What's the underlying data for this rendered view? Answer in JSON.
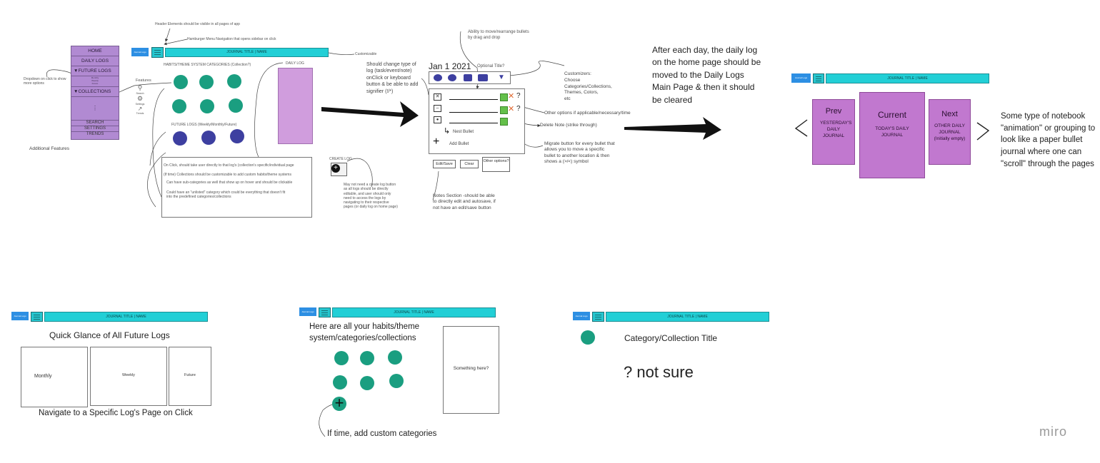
{
  "annotations": {
    "header_elements": "Header Elements should be visible in all pages of app",
    "hamburger": "Hamburger Menu Navigation that opens sidebar on click",
    "customizable": "Customizable",
    "dropdown": "Dropdown on click to show more options",
    "additional_features": "Additional Features",
    "features": "Features",
    "change_type": "Should change type of log (task/event/note) onClick or keyboard button & be able to add signifier (!/*)",
    "rearrange": "Ability to move/rearrange bullets by drag and drop",
    "customizers": "Customizers: Choose Categories/Collections, Themes, Colors, etc",
    "other_options": "Other options if applicable/necessary/time",
    "delete_note": "Delete Note (strike through)",
    "migrate": "Migrate button for every bullet that allows you to move a specific bullet to another location & then shows a (>/<) symbol",
    "notes_section": "Notes Section -should be able to directly edit and autosave, if not have an edit/save button",
    "create_log_note": "May not need a create log button as all logs should be directly editable, and user should only need to access the logs by navigating to their respective pages (or daily log on home page)",
    "after_each_day": "After each day, the daily log on the home page should be moved to the Daily Logs Main Page & then it should be cleared",
    "notebook": "Some type of notebook \"animation\" or grouping to look like a paper bullet journal where one can \"scroll\" through the pages",
    "onclick_text1": "On Click, should take user directly to that log's (collection's specific/individual page",
    "onclick_text2": "(If time) Collections should be customizable to add custom habits/theme systems",
    "onclick_text3": "Can have sub-categories as well that show up on hover and should be clickable",
    "onclick_text4": "Could have an \"unlisted\" category which could be everything that doesn't fit into the predefined categories/collections"
  },
  "header": {
    "title": "JOURNAL TITLE | NAME",
    "logo": "Journal Logo"
  },
  "sidebar": {
    "items": [
      "HOME",
      "DAILY LOGS",
      "FUTURE LOGS",
      "COLLECTIONS"
    ],
    "sub_future": [
      "Monthly",
      "Weekly",
      "Future"
    ],
    "dots": "⋮",
    "bottom": [
      "SEARCH",
      "SETTINGS",
      "TRENDS"
    ]
  },
  "features": [
    "Search",
    "Settings",
    "Trends"
  ],
  "home": {
    "habits_label": "HABITS/THEME SYSTEM CATEGORIES (Collection?)",
    "future_label": "FUTURE LOGS (Weekly/Monthly/Future)",
    "daily_label": "DAILY LOG",
    "create_log": "CREATE LOG"
  },
  "daily_log": {
    "date": "Jan 1 2021",
    "optional_title": "Optional Title?",
    "nest_bullet": "Nest Bullet",
    "add_bullet": "Add Bullet",
    "buttons": [
      "Edit/Save",
      "Clear",
      "Other options?"
    ]
  },
  "journal_view": {
    "prev": "Prev",
    "prev_sub": "YESTERDAY'S DAILY JOURNAL",
    "current": "Current",
    "current_sub": "TODAY'S DAILY JOURNAL",
    "next": "Next",
    "next_sub": "OTHER DAILY JOURNAL (Initially empty)"
  },
  "future_page": {
    "heading": "Quick Glance of All Future Logs",
    "cards": [
      "Monthly",
      "Weekly",
      "Future"
    ],
    "footer": "Navigate to a Specific Log's Page on Click"
  },
  "collections_page": {
    "heading": "Here are all your habits/theme system/categories/collections",
    "side_box": "Something here?",
    "footer": "If time, add custom categories"
  },
  "collection_page": {
    "title": "Category/Collection Title",
    "unsure": "? not sure"
  },
  "watermark": "miro",
  "colors": {
    "teal": "#22cfd6",
    "blue": "#2d8fe3",
    "purple": "#b18ad2",
    "green": "#1a9e80",
    "navy": "#3d3fa0",
    "magenta": "#c178cf"
  }
}
